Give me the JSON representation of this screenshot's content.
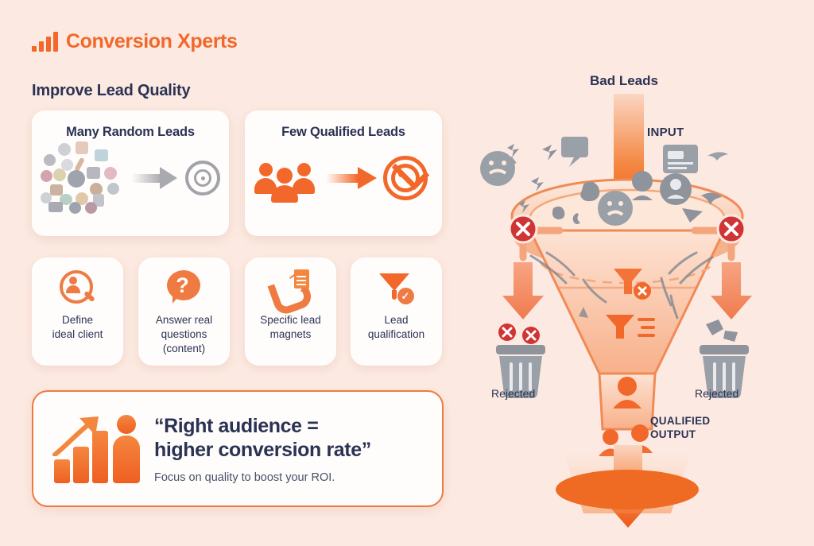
{
  "brand": {
    "name": "Conversion Xperts",
    "logo_icon": "bar-chart-icon",
    "accent_color": "#f2682a",
    "text_color": "#2b3253",
    "background_color": "#fceae2"
  },
  "section": {
    "title": "Improve Lead Quality"
  },
  "comparison_cards": [
    {
      "title": "Many Random Leads",
      "left_icon": "random-people-cluster-icon",
      "arrow_icon": "arrow-right-gray-icon",
      "right_icon": "target-gray-icon"
    },
    {
      "title": "Few Qualified Leads",
      "left_icon": "people-group-orange-icon",
      "arrow_icon": "arrow-right-orange-icon",
      "right_icon": "target-check-orange-icon"
    }
  ],
  "steps": [
    {
      "icon": "magnifier-person-icon",
      "line1": "Define",
      "line2": "ideal client",
      "line3": ""
    },
    {
      "icon": "question-bubble-icon",
      "line1": "Answer real",
      "line2": "questions",
      "line3": "(content)"
    },
    {
      "icon": "magnet-document-icon",
      "line1": "Specific lead",
      "line2": "magnets",
      "line3": ""
    },
    {
      "icon": "funnel-check-icon",
      "line1": "Lead",
      "line2": "qualification",
      "line3": ""
    }
  ],
  "quote": {
    "icon": "growth-chart-person-icon",
    "line1": "“Right audience =",
    "line2": "higher conversion rate”",
    "subtitle": "Focus on quality to boost your ROI."
  },
  "funnel": {
    "input_title": "Bad Leads",
    "input_label": "INPUT",
    "input_arrow_icon": "arrow-down-orange-icon",
    "funnel_icon": "funnel-icon",
    "rejected_left_label": "Rejected",
    "rejected_right_label": "Rejected",
    "trash_icon": "trash-bin-icon",
    "reject_badge_icon": "circle-x-icon",
    "output_label_line1": "QUALIFIED",
    "output_label_line2": "OUTPUT",
    "output_icon": "person-orange-icon",
    "output_arrow_icon": "arrow-down-orange-icon",
    "bad_lead_icons": [
      "angry-face-icon",
      "lightning-bolt-icon",
      "broken-chat-icon",
      "torn-paper-icon",
      "spam-document-icon",
      "scribble-icon",
      "person-gray-icon",
      "avatar-gray-icon",
      "rock-icon",
      "triangle-icon"
    ],
    "reject_badge_color": "#d03434",
    "funnel_color": "#f2682a"
  }
}
